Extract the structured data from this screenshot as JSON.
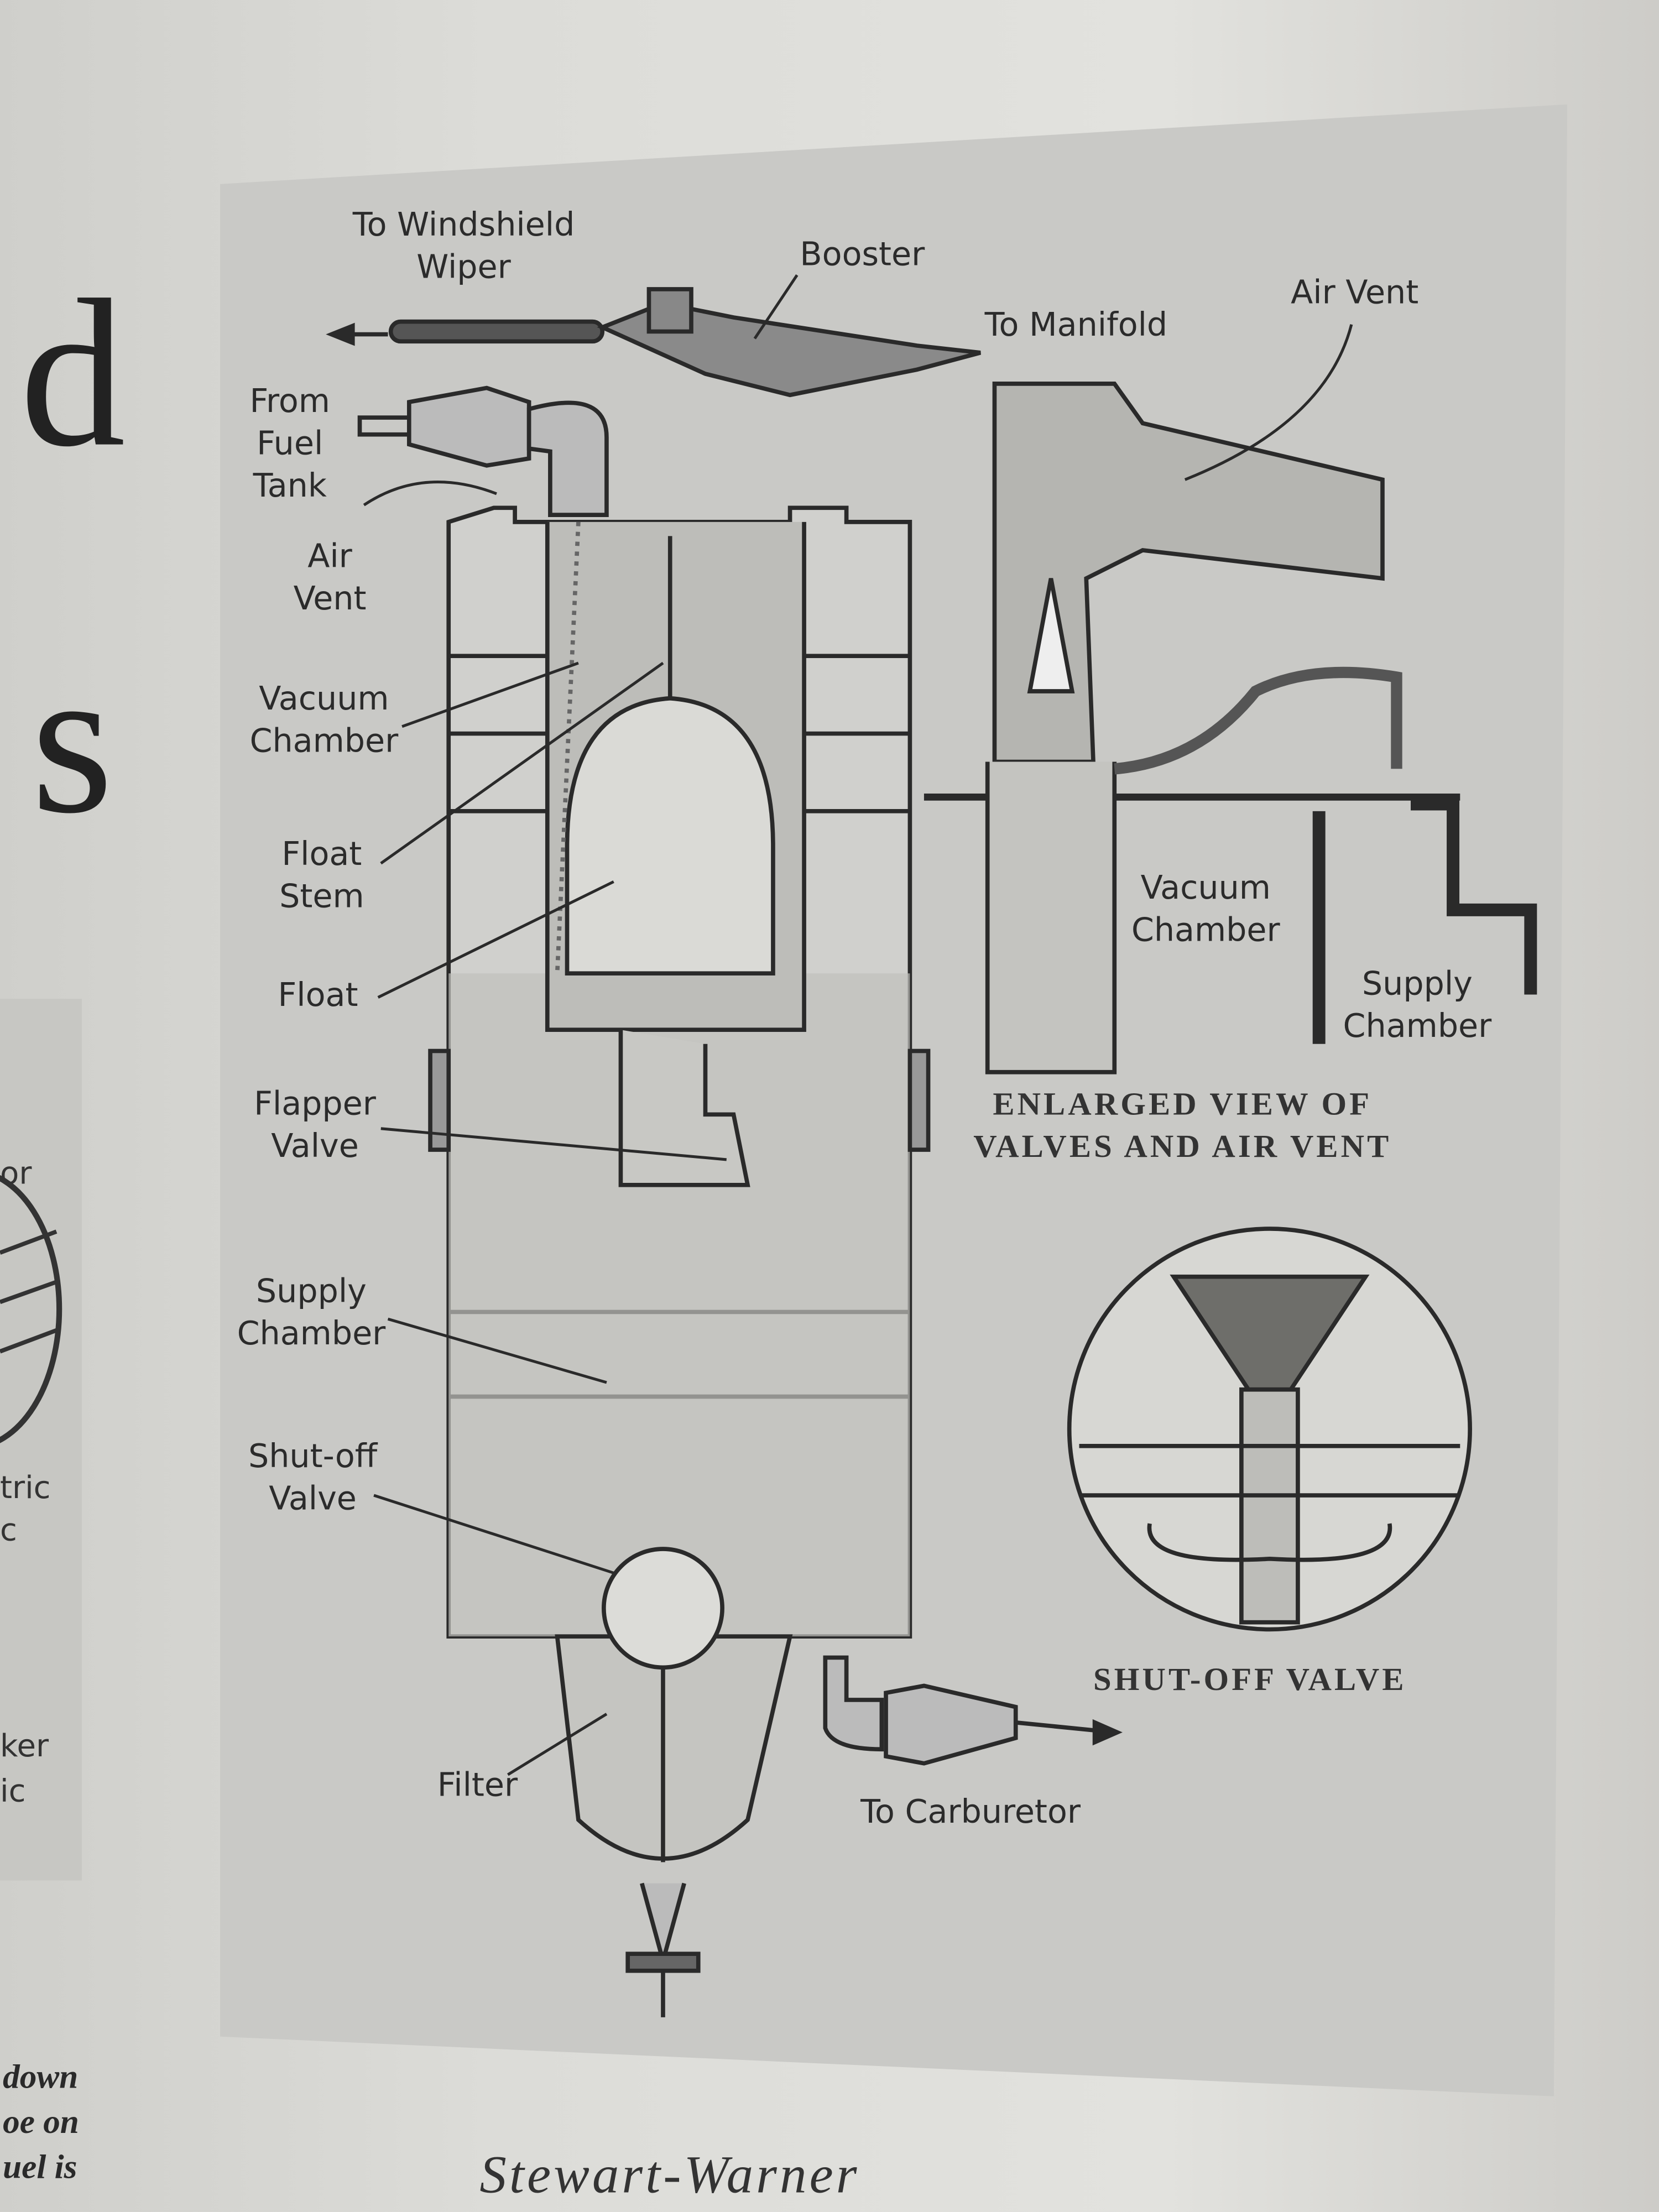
{
  "left_column": {
    "headline_letters": [
      "d",
      "s"
    ],
    "box_fragments": [
      "or",
      "tric",
      "c",
      "ker",
      "ic"
    ],
    "text_fragments": [
      "down",
      "oe on",
      "uel is"
    ]
  },
  "diagram": {
    "labels": {
      "windshield": [
        "To Windshield",
        "Wiper"
      ],
      "booster": "Booster",
      "manifold": "To Manifold",
      "air_vent_top": "Air Vent",
      "fuel_tank": [
        "From",
        "Fuel",
        "Tank"
      ],
      "air_vent_left": [
        "Air",
        "Vent"
      ],
      "vacuum_chamber_left": [
        "Vacuum",
        "Chamber"
      ],
      "float_stem": [
        "Float",
        "Stem"
      ],
      "float": "Float",
      "flapper_valve": [
        "Flapper",
        "Valve"
      ],
      "supply_chamber_left": [
        "Supply",
        "Chamber"
      ],
      "shutoff_valve": [
        "Shut-off",
        "Valve"
      ],
      "filter": "Filter",
      "carburetor": "To Carburetor",
      "vacuum_chamber_right": [
        "Vacuum",
        "Chamber"
      ],
      "supply_chamber_right": [
        "Supply",
        "Chamber"
      ]
    },
    "enlarged_title": [
      "ENLARGED VIEW OF",
      "VALVES AND AIR VENT"
    ],
    "shutoff_title": "SHUT-OFF VALVE"
  },
  "caption": "Stewart-Warner"
}
